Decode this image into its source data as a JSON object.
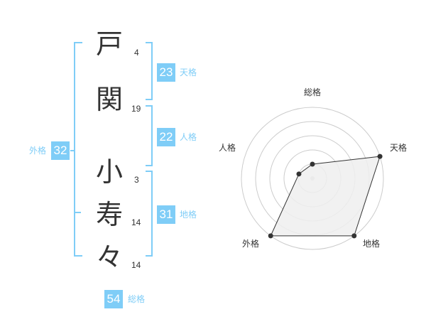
{
  "name_chars": [
    {
      "char": "戸",
      "strokes": "4"
    },
    {
      "char": "関",
      "strokes": "19"
    },
    {
      "char": "小",
      "strokes": "3"
    },
    {
      "char": "寿",
      "strokes": "14"
    },
    {
      "char": "々",
      "strokes": "14"
    }
  ],
  "fortunes": {
    "tenkaku": {
      "value": "23",
      "label": "天格"
    },
    "jinkaku": {
      "value": "22",
      "label": "人格"
    },
    "chikaku": {
      "value": "31",
      "label": "地格"
    },
    "gaikaku": {
      "value": "32",
      "label": "外格"
    },
    "soukaku": {
      "value": "54",
      "label": "総格"
    }
  },
  "colors": {
    "accent": "#7fcdf7",
    "text": "#333333",
    "grid": "#cccccc",
    "fill": "#eeeeee"
  },
  "chart_data": {
    "type": "radar",
    "axes": [
      "総格",
      "天格",
      "地格",
      "外格",
      "人格"
    ],
    "values": [
      1,
      5,
      5,
      5,
      1
    ],
    "max": 5,
    "rings": 5
  }
}
